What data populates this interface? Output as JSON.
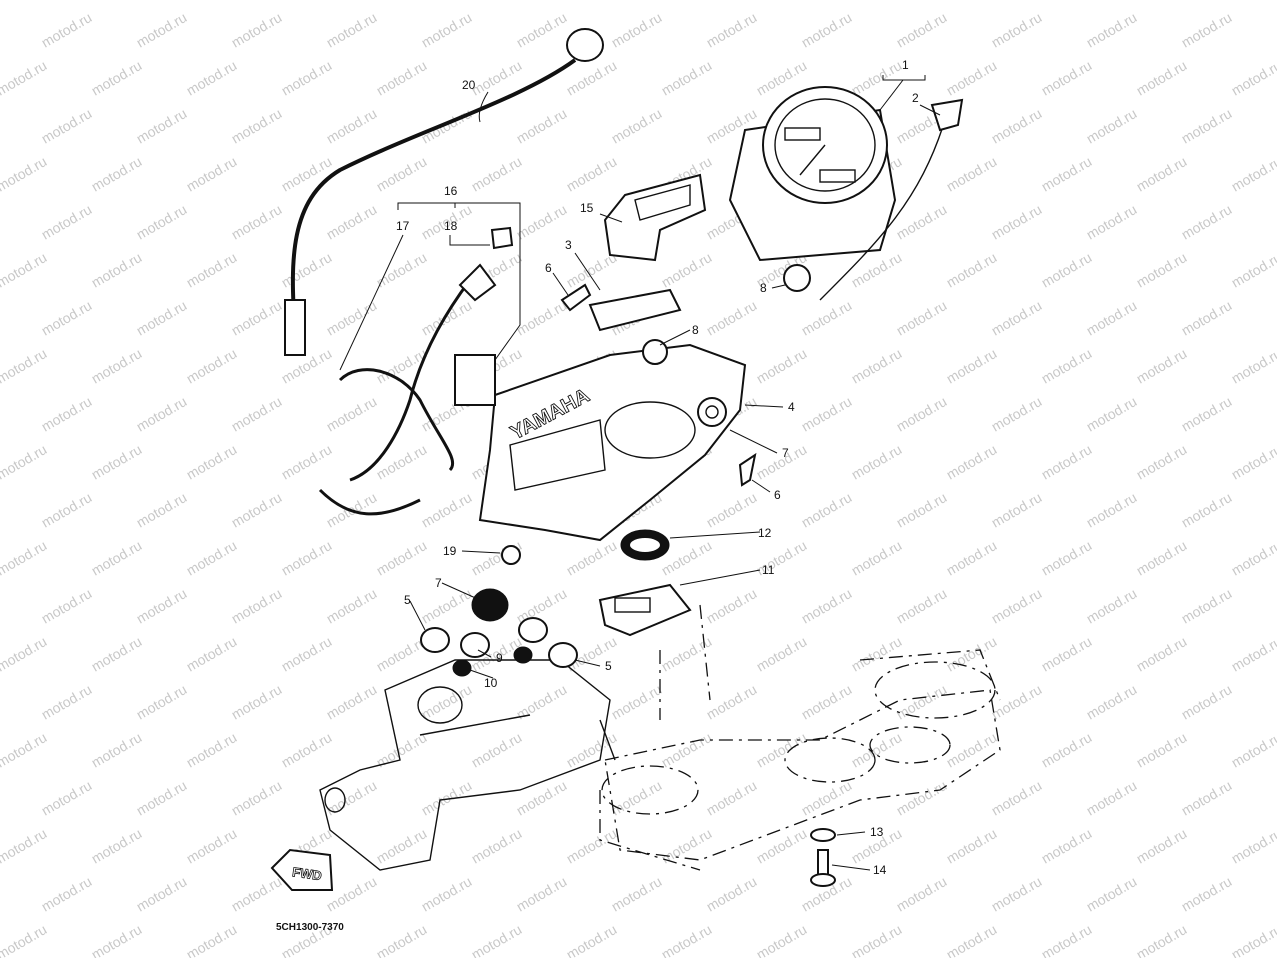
{
  "watermark": {
    "text": "motod.ru",
    "color": "#c8c8c8"
  },
  "diagram": {
    "brand_text": "YAMAHA",
    "code": "5CH1300-7370",
    "fwd_label": "FWD",
    "callouts": [
      {
        "id": "c1",
        "label": "1"
      },
      {
        "id": "c2",
        "label": "2"
      },
      {
        "id": "c3",
        "label": "3"
      },
      {
        "id": "c4",
        "label": "4"
      },
      {
        "id": "c5a",
        "label": "5"
      },
      {
        "id": "c5b",
        "label": "5"
      },
      {
        "id": "c6a",
        "label": "6"
      },
      {
        "id": "c6b",
        "label": "6"
      },
      {
        "id": "c7a",
        "label": "7"
      },
      {
        "id": "c7b",
        "label": "7"
      },
      {
        "id": "c8a",
        "label": "8"
      },
      {
        "id": "c8b",
        "label": "8"
      },
      {
        "id": "c9",
        "label": "9"
      },
      {
        "id": "c10",
        "label": "10"
      },
      {
        "id": "c11",
        "label": "11"
      },
      {
        "id": "c12",
        "label": "12"
      },
      {
        "id": "c13",
        "label": "13"
      },
      {
        "id": "c14",
        "label": "14"
      },
      {
        "id": "c15",
        "label": "15"
      },
      {
        "id": "c16",
        "label": "16"
      },
      {
        "id": "c17",
        "label": "17"
      },
      {
        "id": "c18",
        "label": "18"
      },
      {
        "id": "c19",
        "label": "19"
      },
      {
        "id": "c20",
        "label": "20"
      }
    ]
  }
}
